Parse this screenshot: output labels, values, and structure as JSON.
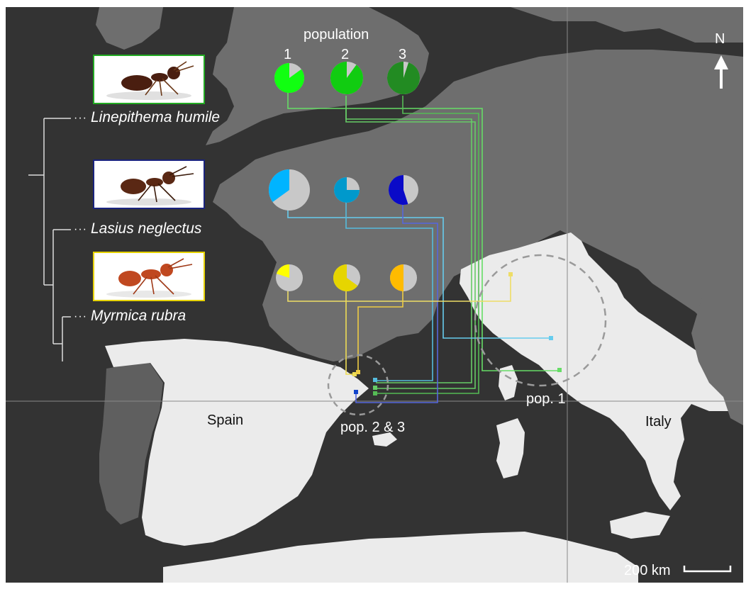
{
  "header": {
    "population_label": "population",
    "population_numbers": [
      "1",
      "2",
      "3"
    ]
  },
  "compass": {
    "label": "N",
    "icon": "north-arrow-icon"
  },
  "scalebar": {
    "label": "200 km"
  },
  "regions": {
    "spain": "Spain",
    "italy": "Italy"
  },
  "sites": {
    "site_a": "pop. 1",
    "site_b": "pop. 2 & 3"
  },
  "species": [
    {
      "name": "Linepithema humile",
      "frame_color": "#22aa22",
      "pies": [
        {
          "fraction": 0.85,
          "color": "#11ff11"
        },
        {
          "fraction": 0.9,
          "color": "#11cc11"
        },
        {
          "fraction": 0.95,
          "color": "#228b22"
        }
      ]
    },
    {
      "name": "Lasius neglectus",
      "frame_color": "#1a237e",
      "pies": [
        {
          "fraction": 0.35,
          "color": "#00b4ff"
        },
        {
          "fraction": 0.75,
          "color": "#0099cc"
        },
        {
          "fraction": 0.55,
          "color": "#0a0ac8"
        }
      ]
    },
    {
      "name": "Myrmica rubra",
      "frame_color": "#e6d200",
      "pies": [
        {
          "fraction": 0.2,
          "color": "#ffff00"
        },
        {
          "fraction": 0.65,
          "color": "#e6d500"
        },
        {
          "fraction": 0.5,
          "color": "#ffbb00"
        }
      ]
    }
  ],
  "colors": {
    "sea": "#333333",
    "land_dark": "#6e6e6e",
    "land_mid": "#5f5f5f",
    "land_light": "#ebebeb",
    "pie_remainder": "#c8c8c8",
    "graticule": "#8a8a8a",
    "tree": "#dddddd"
  }
}
